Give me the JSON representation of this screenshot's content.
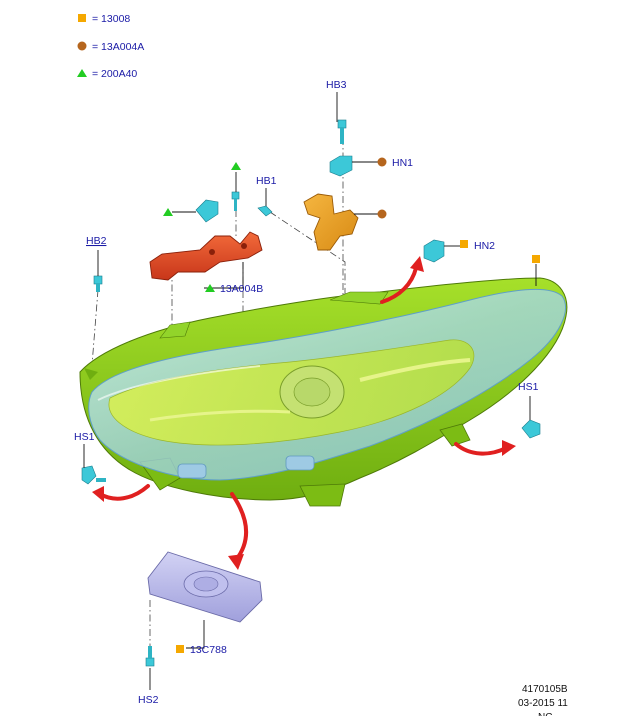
{
  "legend": [
    {
      "shape": "square",
      "color": "#f5a800",
      "text": "= 13008"
    },
    {
      "shape": "circle",
      "color": "#b5651d",
      "text": "= 13A004A"
    },
    {
      "shape": "triangle",
      "color": "#22cc22",
      "text": "= 200A40"
    }
  ],
  "callouts": {
    "hb3": "HB3",
    "hn1": "HN1",
    "hb1": "HB1",
    "hb2": "HB2",
    "hn2": "HN2",
    "hs1_left": "HS1",
    "hs1_right": "HS1",
    "hs2": "HS2",
    "p13a004b": "13A004B",
    "p13c788": "13C788"
  },
  "footer": {
    "line1": "4170105B",
    "line2": "03-2015 11",
    "line3": "NC"
  },
  "colors": {
    "legend_square": "#f5a800",
    "legend_circle": "#b5651d",
    "legend_triangle": "#22cc22",
    "label_text": "#1a1aa6",
    "arrow": "#e02020",
    "housing_green": "#8fd61a",
    "lens_blue": "#a8d4ea",
    "bracket_red": "#e8461e",
    "bracket_orange": "#e8a020",
    "clip_cyan": "#3cc8d8",
    "module_lavender": "#b8b8e8"
  }
}
